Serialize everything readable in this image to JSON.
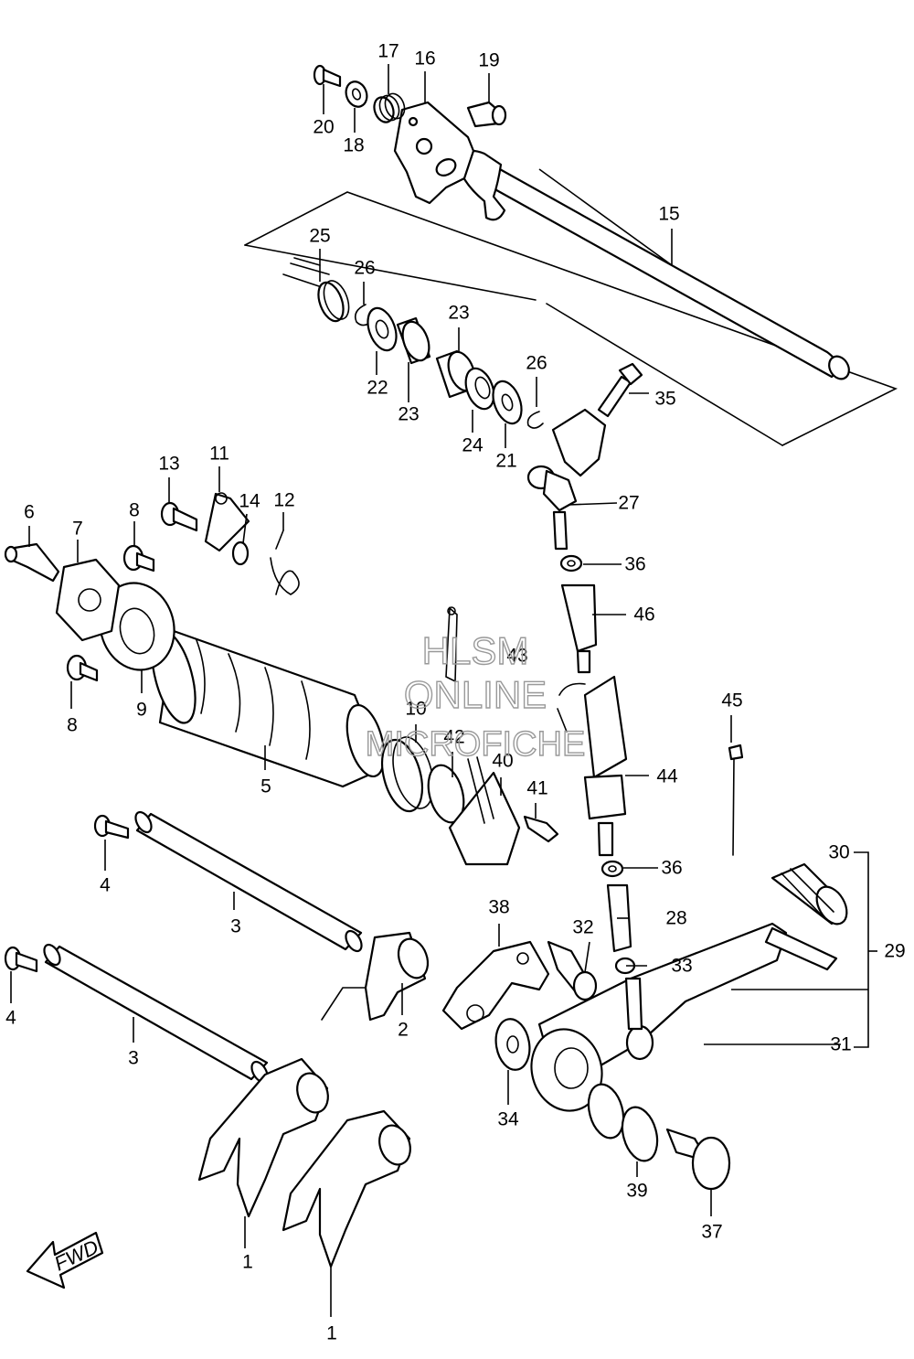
{
  "watermark": {
    "line1": "HLSM",
    "line2": "ONLINE",
    "line3": "MICROFICHE"
  },
  "direction_arrow": {
    "label": "FWD",
    "icon": "forward-arrow-icon"
  },
  "callouts": [
    {
      "id": "c1a",
      "text": "1"
    },
    {
      "id": "c1b",
      "text": "1"
    },
    {
      "id": "c2",
      "text": "2"
    },
    {
      "id": "c3a",
      "text": "3"
    },
    {
      "id": "c3b",
      "text": "3"
    },
    {
      "id": "c4a",
      "text": "4"
    },
    {
      "id": "c4b",
      "text": "4"
    },
    {
      "id": "c5",
      "text": "5"
    },
    {
      "id": "c6",
      "text": "6"
    },
    {
      "id": "c7",
      "text": "7"
    },
    {
      "id": "c8a",
      "text": "8"
    },
    {
      "id": "c8b",
      "text": "8"
    },
    {
      "id": "c9",
      "text": "9"
    },
    {
      "id": "c10",
      "text": "10"
    },
    {
      "id": "c11",
      "text": "11"
    },
    {
      "id": "c12",
      "text": "12"
    },
    {
      "id": "c13",
      "text": "13"
    },
    {
      "id": "c14",
      "text": "14"
    },
    {
      "id": "c15",
      "text": "15"
    },
    {
      "id": "c16",
      "text": "16"
    },
    {
      "id": "c17",
      "text": "17"
    },
    {
      "id": "c18",
      "text": "18"
    },
    {
      "id": "c19",
      "text": "19"
    },
    {
      "id": "c20",
      "text": "20"
    },
    {
      "id": "c21",
      "text": "21"
    },
    {
      "id": "c22",
      "text": "22"
    },
    {
      "id": "c23a",
      "text": "23"
    },
    {
      "id": "c23b",
      "text": "23"
    },
    {
      "id": "c24",
      "text": "24"
    },
    {
      "id": "c25",
      "text": "25"
    },
    {
      "id": "c26a",
      "text": "26"
    },
    {
      "id": "c26b",
      "text": "26"
    },
    {
      "id": "c27",
      "text": "27"
    },
    {
      "id": "c28",
      "text": "28"
    },
    {
      "id": "c29",
      "text": "29"
    },
    {
      "id": "c30",
      "text": "30"
    },
    {
      "id": "c31",
      "text": "31"
    },
    {
      "id": "c32",
      "text": "32"
    },
    {
      "id": "c33",
      "text": "33"
    },
    {
      "id": "c34",
      "text": "34"
    },
    {
      "id": "c35",
      "text": "35"
    },
    {
      "id": "c36a",
      "text": "36"
    },
    {
      "id": "c36b",
      "text": "36"
    },
    {
      "id": "c37",
      "text": "37"
    },
    {
      "id": "c38",
      "text": "38"
    },
    {
      "id": "c39",
      "text": "39"
    },
    {
      "id": "c40",
      "text": "40"
    },
    {
      "id": "c41",
      "text": "41"
    },
    {
      "id": "c42",
      "text": "42"
    },
    {
      "id": "c43",
      "text": "43"
    },
    {
      "id": "c44",
      "text": "44"
    },
    {
      "id": "c45",
      "text": "45"
    },
    {
      "id": "c46",
      "text": "46"
    }
  ]
}
